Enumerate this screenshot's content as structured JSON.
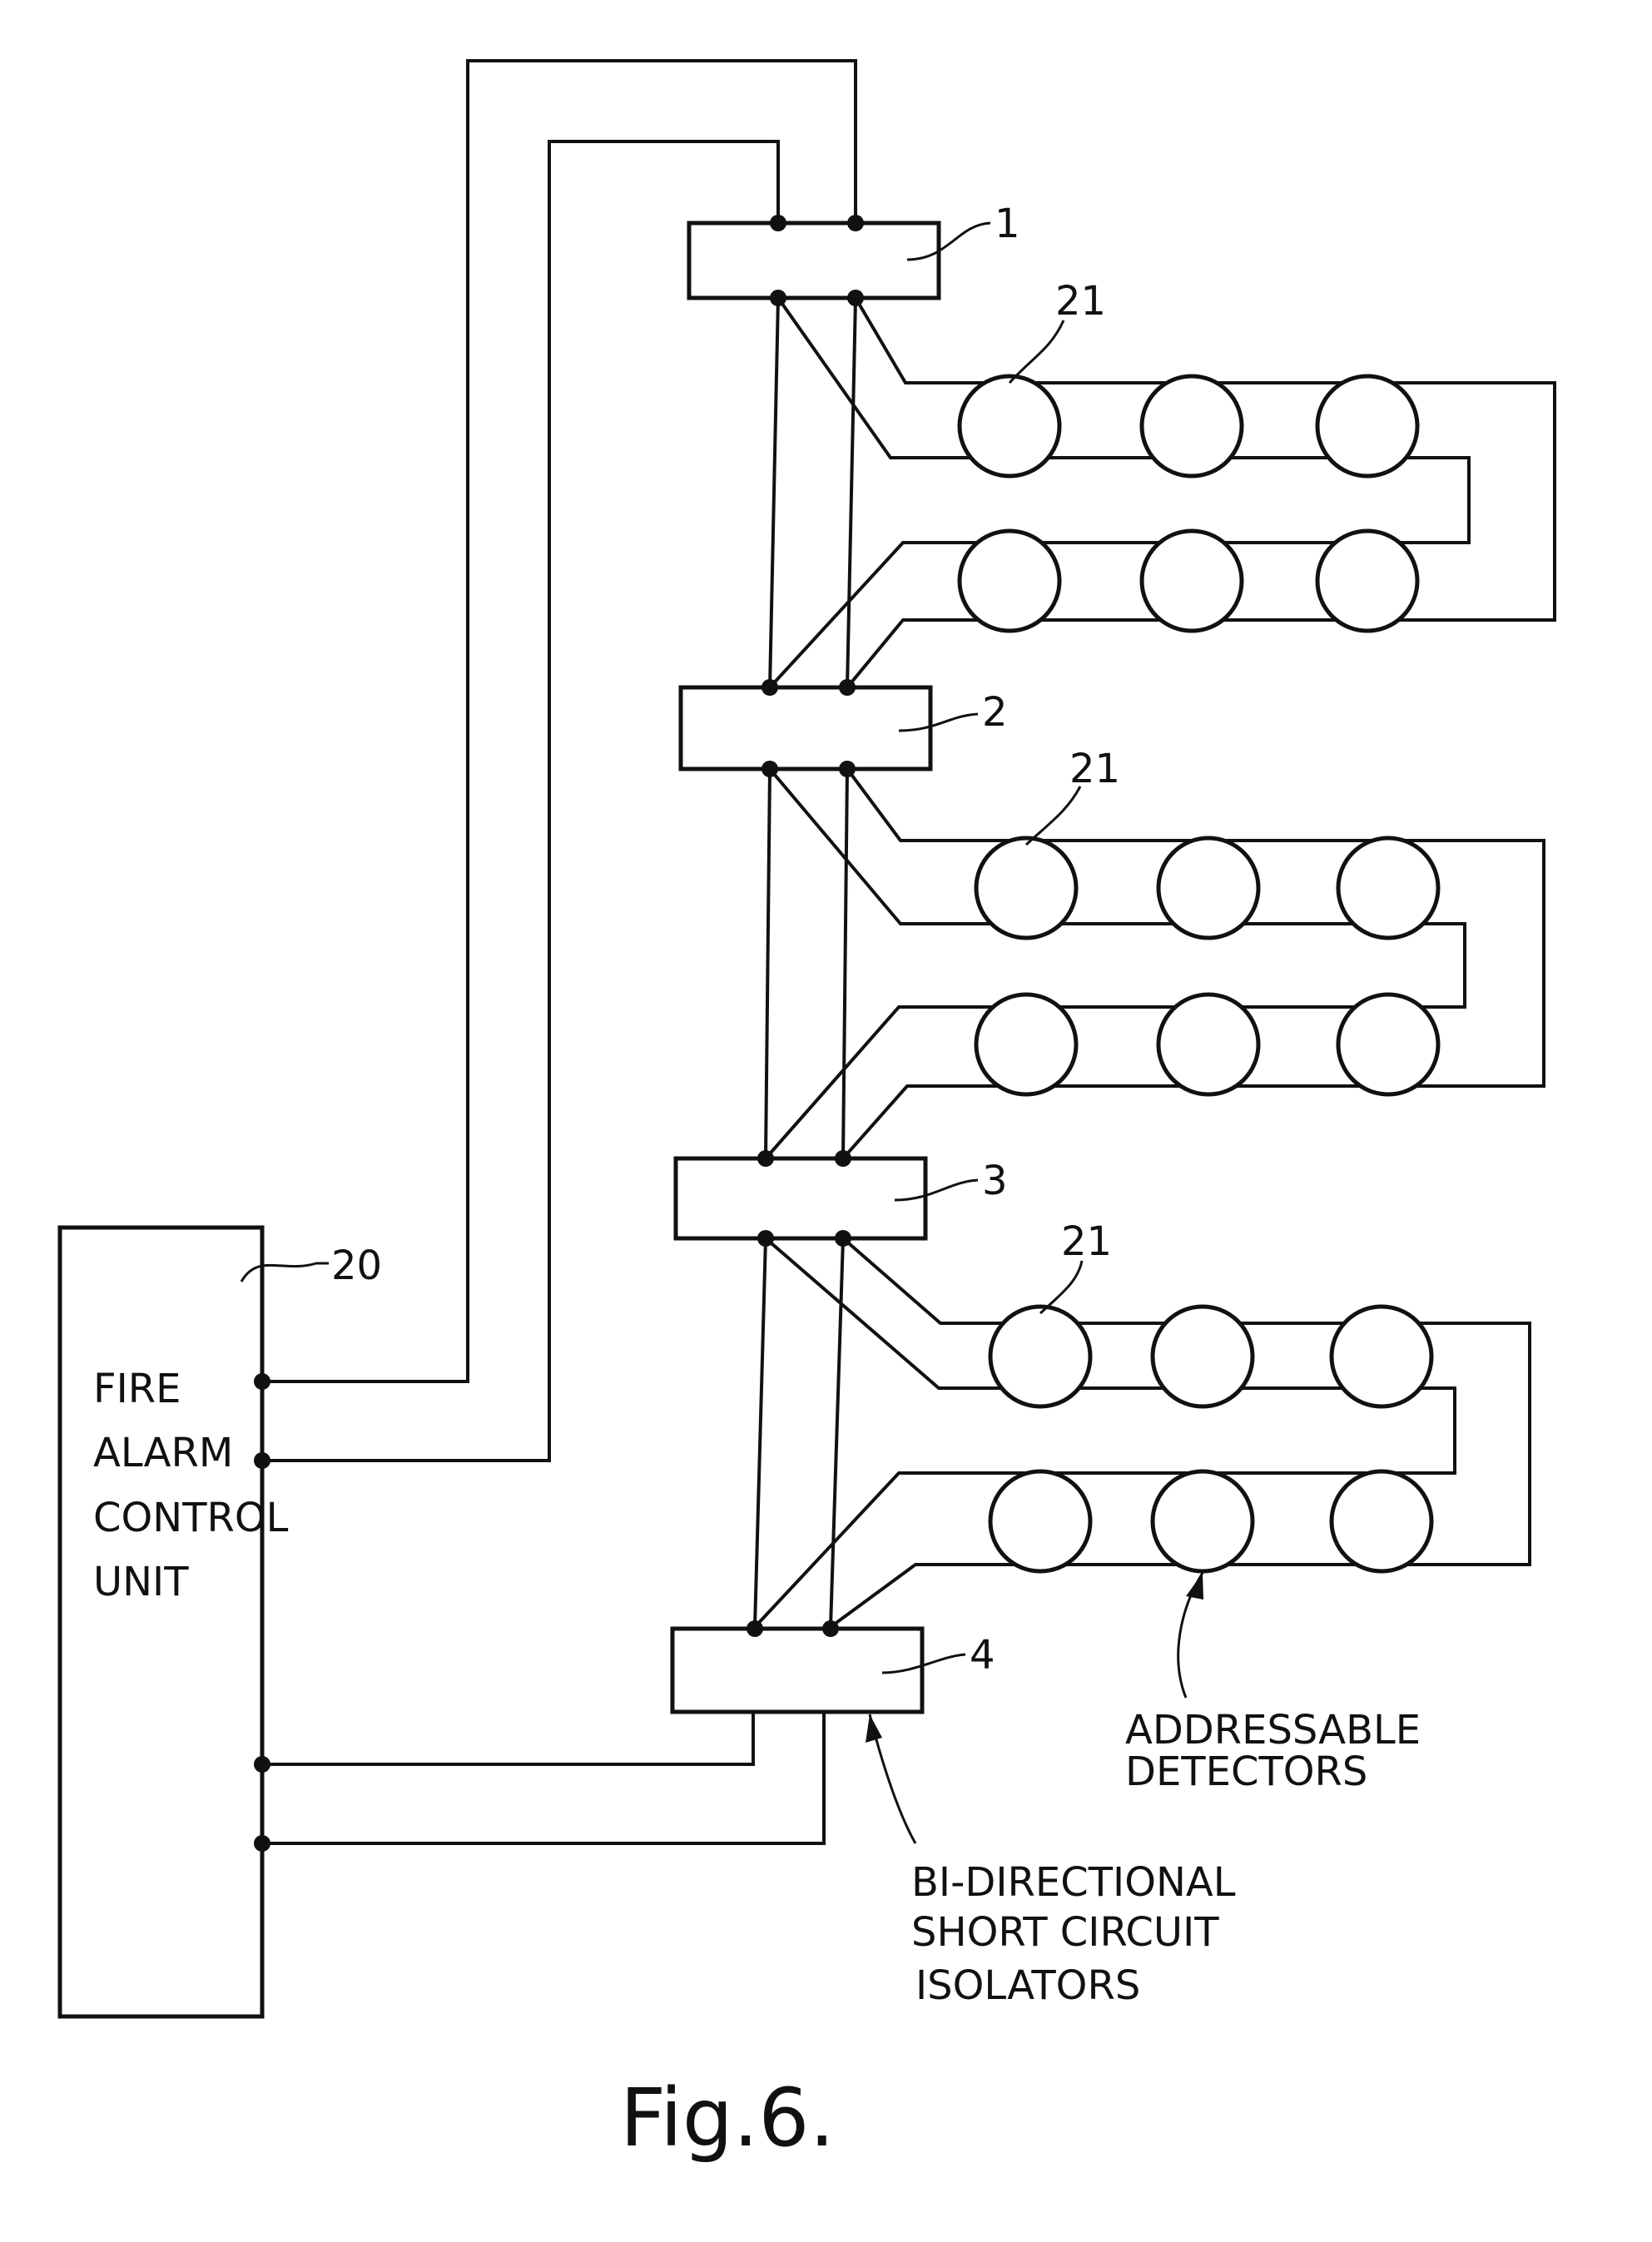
{
  "control_unit": {
    "ref": "20",
    "lines": [
      "FIRE",
      "ALARM",
      "CONTROL",
      "UNIT"
    ]
  },
  "isolators": [
    {
      "ref": "1"
    },
    {
      "ref": "2"
    },
    {
      "ref": "3"
    },
    {
      "ref": "4"
    }
  ],
  "detector_ref": "21",
  "labels": {
    "detectors": [
      "ADDRESSABLE",
      "DETECTORS"
    ],
    "isolators": [
      "BI-DIRECTIONAL",
      "SHORT CIRCUIT",
      "ISOLATORS"
    ]
  },
  "figure_caption": "Fig.6."
}
